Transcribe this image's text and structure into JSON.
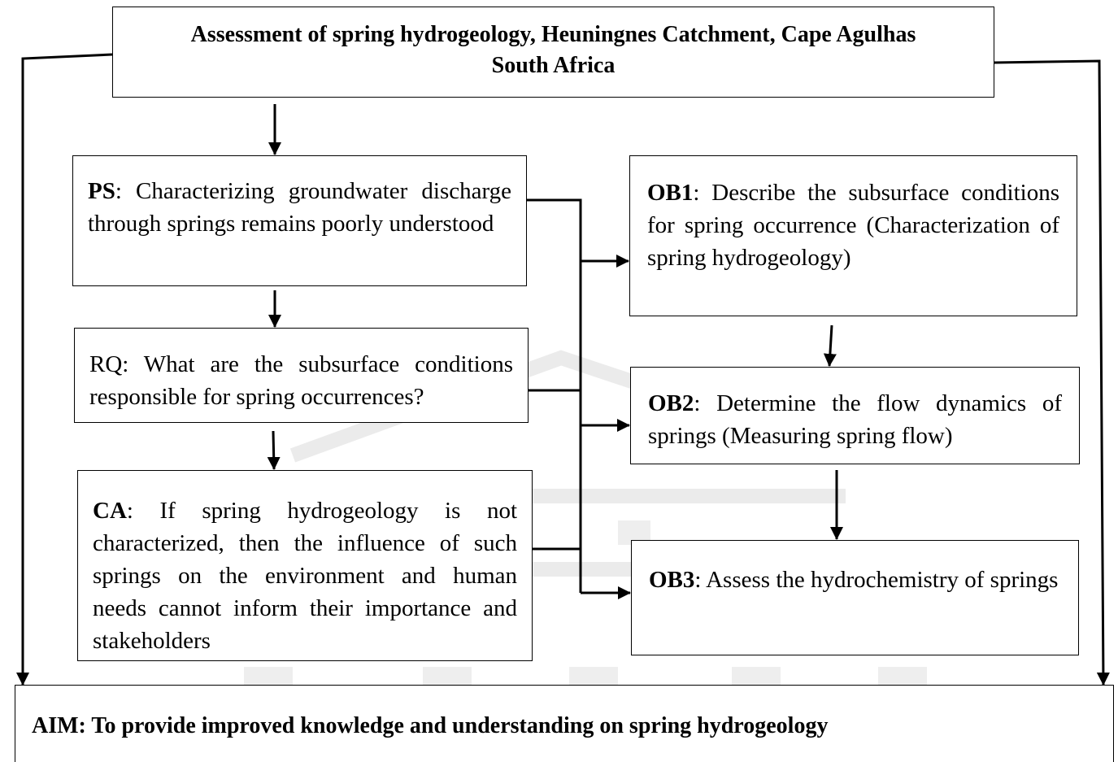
{
  "title": {
    "line1": "Assessment of spring hydrogeology, Heuningnes Catchment, Cape Agulhas",
    "line2": "South Africa"
  },
  "boxes": {
    "ps": {
      "label": "PS",
      "text": ":  Characterizing groundwater discharge through springs remains poorly understood"
    },
    "rq": {
      "text": "RQ: What are the subsurface conditions responsible for spring occurrences?"
    },
    "ca": {
      "label": "CA",
      "text": ": If spring hydrogeology is not characterized, then the influence of such springs on the environment and human needs cannot inform their importance and stakeholders"
    },
    "ob1": {
      "label": "OB1",
      "text": ":  Describe the subsurface conditions for spring occurrence (Characterization of spring hydrogeology)"
    },
    "ob2": {
      "label": "OB2",
      "text": ": Determine the flow dynamics of springs (Measuring spring flow)"
    },
    "ob3": {
      "label": "OB3",
      "text": ": Assess the hydrochemistry of springs"
    }
  },
  "aim": {
    "text": "AIM: To provide improved knowledge and understanding on spring hydrogeology"
  }
}
